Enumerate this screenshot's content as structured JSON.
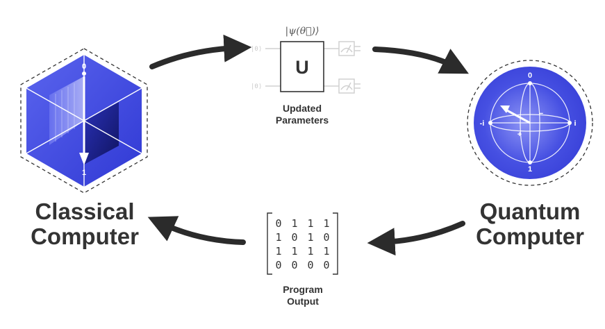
{
  "classical": {
    "label_line1": "Classical",
    "label_line2": "Computer",
    "state_top": "0",
    "state_bottom": "1"
  },
  "quantum": {
    "label_line1": "Quantum",
    "label_line2": "Computer",
    "state_top": "0",
    "state_bottom": "1",
    "state_left": "-i",
    "state_right": "i",
    "state_minus": "−",
    "state_plus": "+"
  },
  "circuit": {
    "state_label": "|ψ(θ⃗)⟩",
    "gate_label": "U",
    "input_top": "|0⟩",
    "input_bottom": "|0⟩",
    "caption_line1": "Updated",
    "caption_line2": "Parameters"
  },
  "output": {
    "matrix": [
      [
        "0",
        "1",
        "1",
        "1"
      ],
      [
        "1",
        "0",
        "1",
        "0"
      ],
      [
        "1",
        "1",
        "1",
        "1"
      ],
      [
        "0",
        "0",
        "0",
        "0"
      ]
    ],
    "caption_line1": "Program",
    "caption_line2": "Output"
  },
  "colors": {
    "accent": "#3d47e0",
    "accent_dark": "#1c2180",
    "text": "#333333",
    "arrow": "#2b2b2b",
    "faint": "#c9c9c9"
  }
}
